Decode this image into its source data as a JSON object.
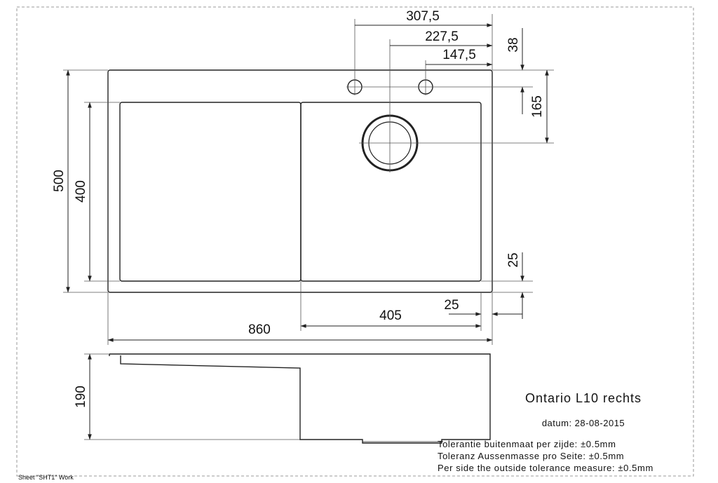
{
  "dimensions": {
    "d307": "307,5",
    "d227": "227,5",
    "d147": "147,5",
    "d38": "38",
    "d165": "165",
    "d500": "500",
    "d400": "400",
    "d25_right": "25",
    "d25_bottom": "25",
    "d405": "405",
    "d860": "860",
    "d190": "190"
  },
  "title_block": {
    "title": "Ontario L10 rechts",
    "date": "datum: 28-08-2015",
    "tolerance_nl": "Tolerantie buitenmaat per zijde: ±0.5mm",
    "tolerance_de": "Toleranz Aussenmasse pro Seite: ±0.5mm",
    "tolerance_en": "Per side the outside tolerance measure: ±0.5mm"
  },
  "sheet_label": "Sheet \"SHT1\" Work",
  "colors": {
    "line": "#222222",
    "thin": "#555555",
    "frame": "#999999"
  }
}
